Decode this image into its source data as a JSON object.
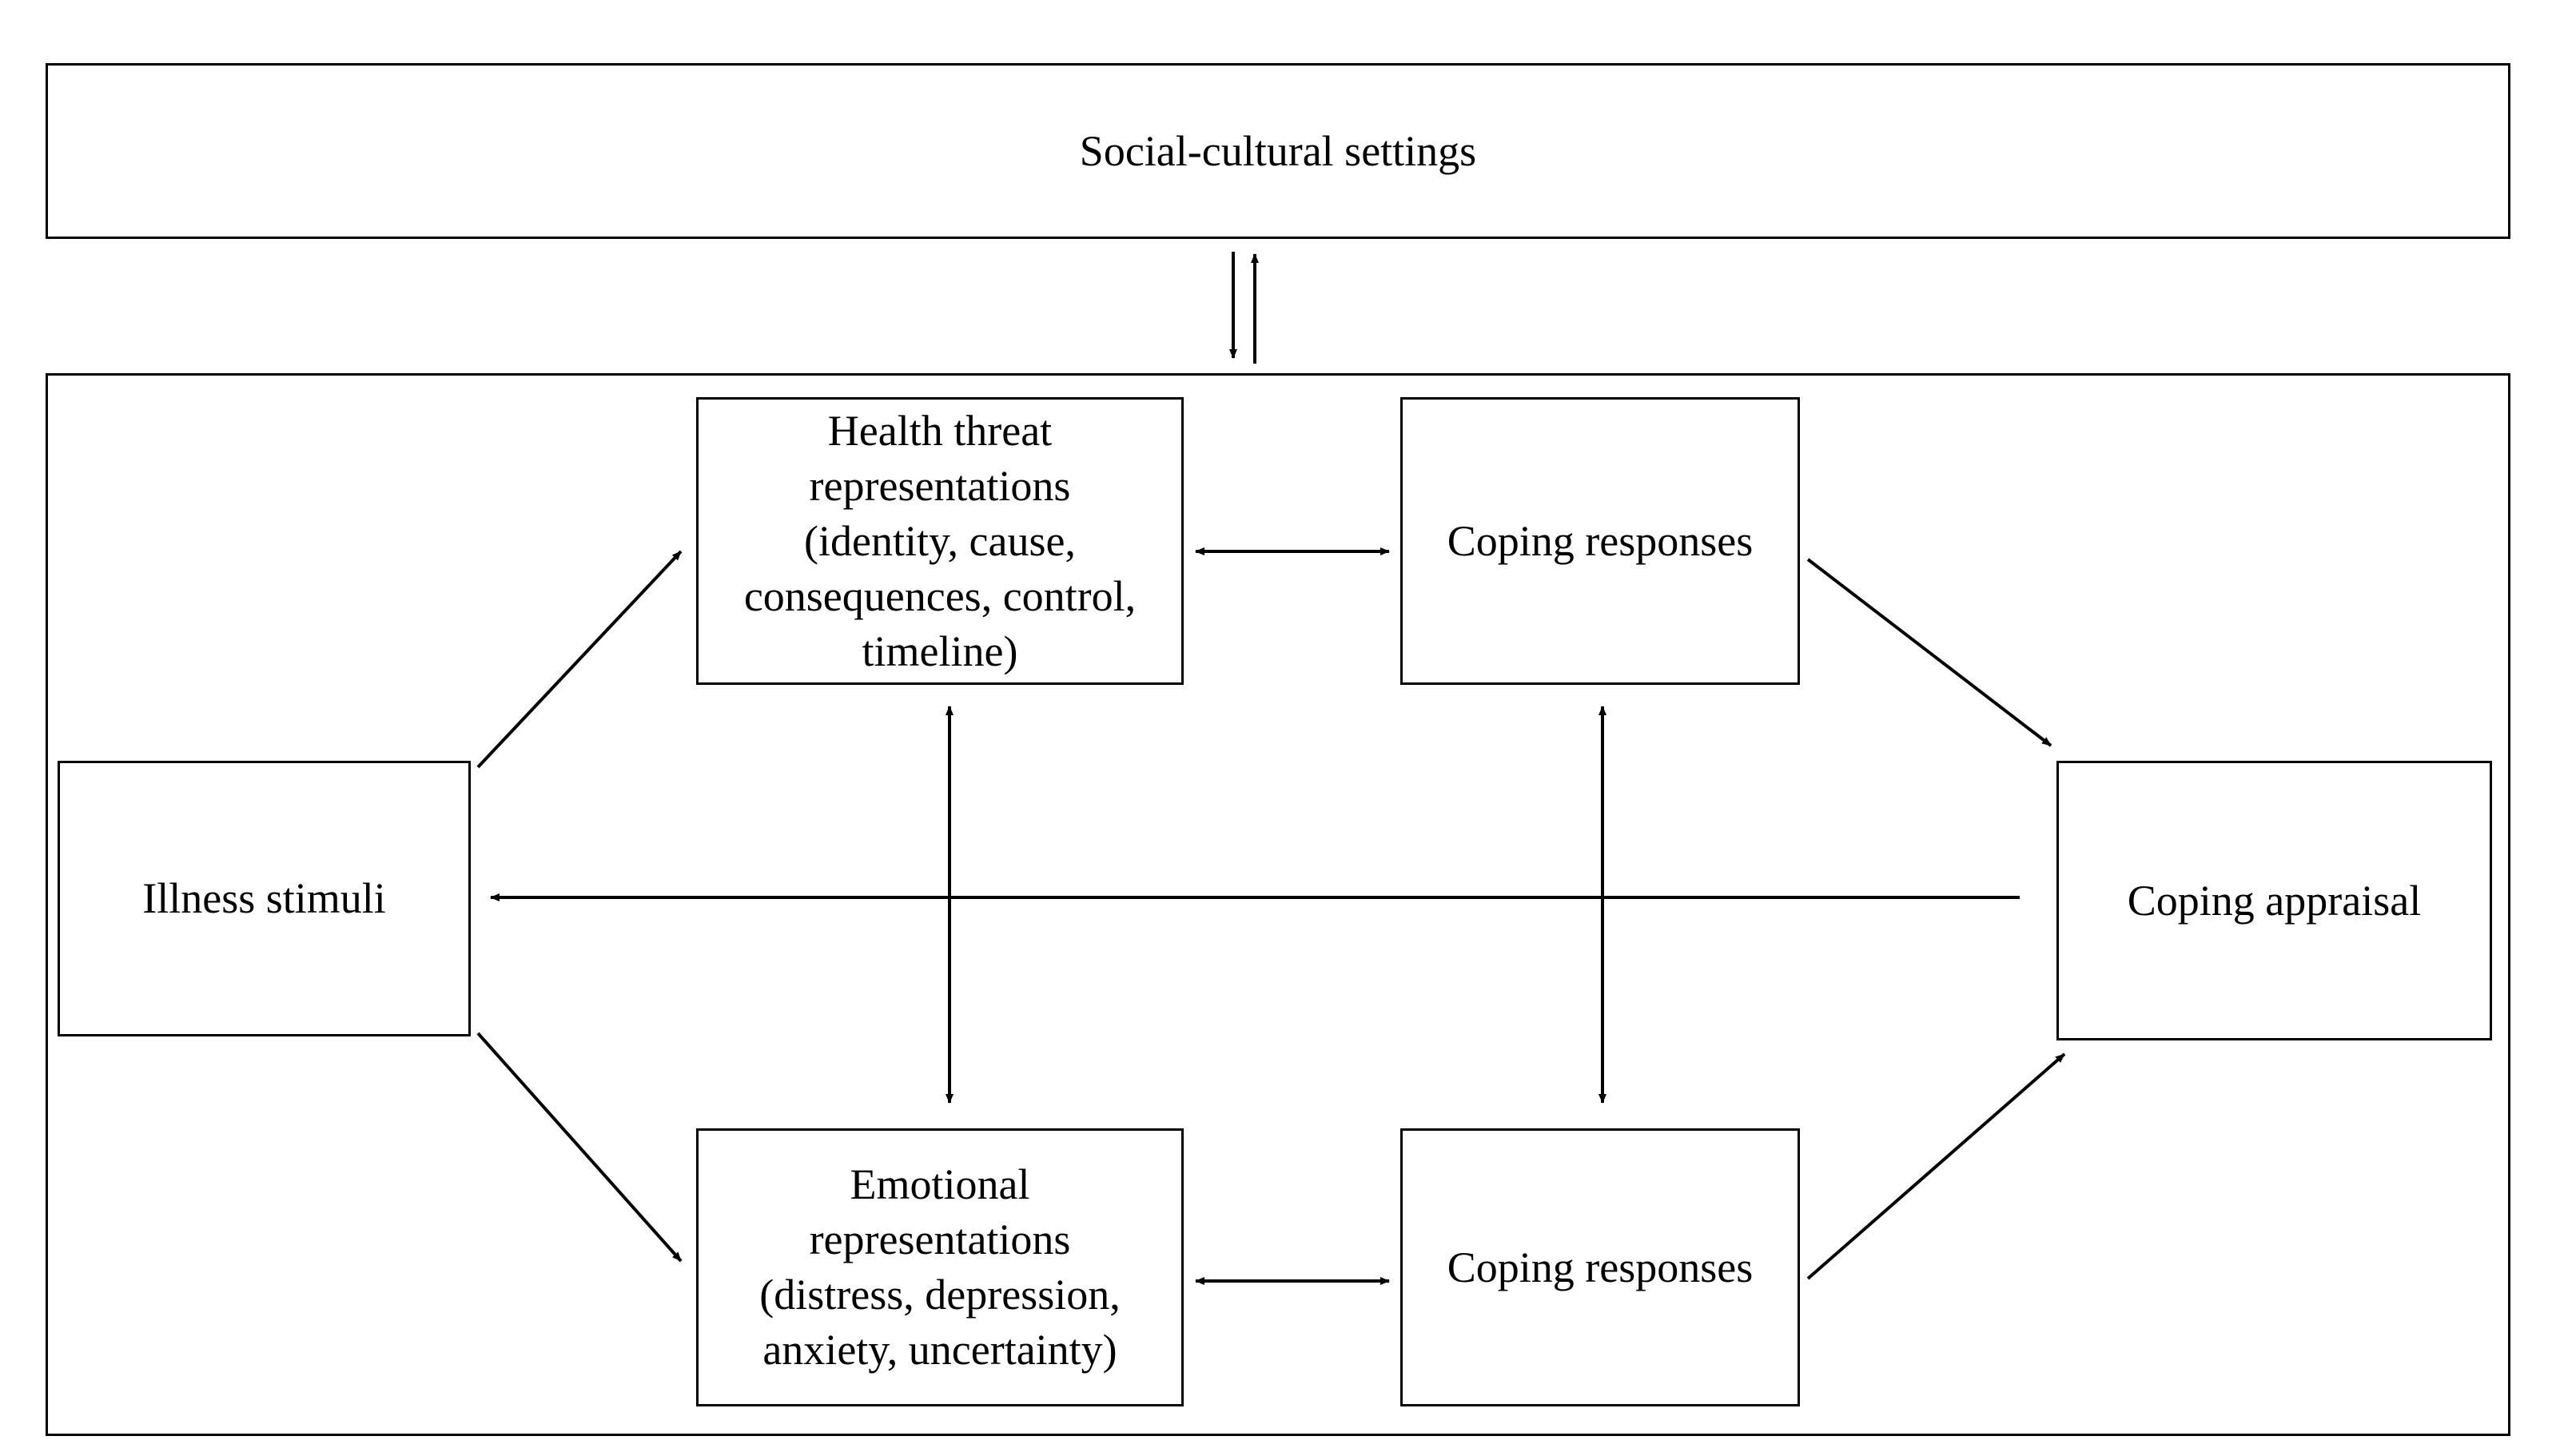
{
  "settings": {
    "label": "Social-cultural settings"
  },
  "nodes": {
    "illness_stimuli": "Illness stimuli",
    "health_threat": "Health threat\nrepresentations\n(identity, cause,\nconsequences, control,\ntimeline)",
    "coping_top": "Coping responses",
    "emotional": "Emotional\nrepresentations\n(distress, depression,\nanxiety, uncertainty)",
    "coping_bottom": "Coping responses",
    "coping_appraisal": "Coping appraisal"
  }
}
